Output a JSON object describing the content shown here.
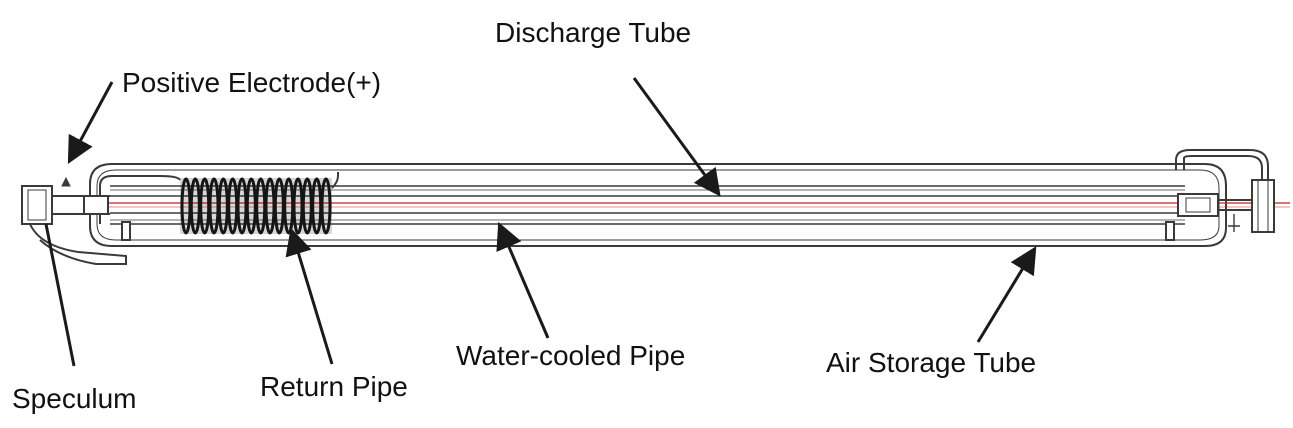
{
  "labels": {
    "discharge_tube": "Discharge Tube",
    "positive_electrode": "Positive Electrode(+)",
    "speculum": "Speculum",
    "return_pipe": "Return Pipe",
    "water_cooled_pipe": "Water-cooled Pipe",
    "air_storage_tube": "Air Storage Tube"
  },
  "colors": {
    "outline": "#3a3a3a",
    "arrow": "#1a1a1a",
    "laser_axis": "#c81e1e",
    "coil": "#151515"
  }
}
